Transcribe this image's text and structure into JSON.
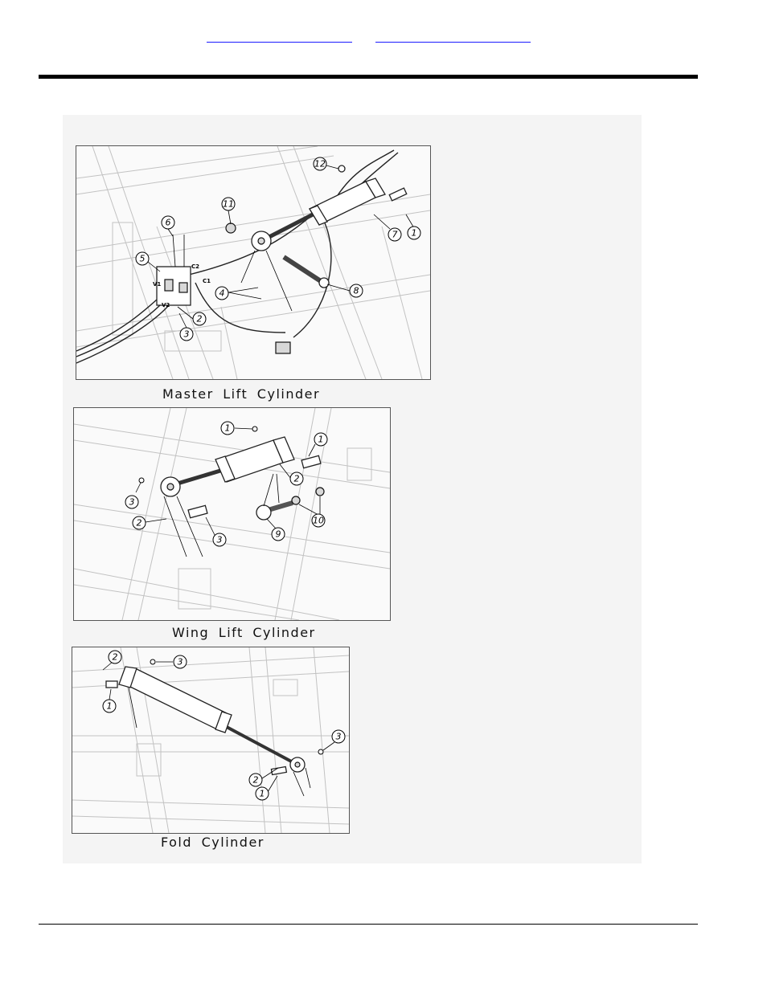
{
  "links": [
    "",
    ""
  ],
  "figures": [
    {
      "caption": "Master Lift Cylinder",
      "callouts": [
        "1",
        "2",
        "3",
        "4",
        "5",
        "6",
        "7",
        "8",
        "11",
        "12"
      ],
      "port_labels": [
        "C2",
        "C1",
        "V1",
        "V2"
      ]
    },
    {
      "caption": "Wing Lift Cylinder",
      "callouts": [
        "1",
        "2",
        "3",
        "3",
        "2",
        "1",
        "9",
        "10"
      ]
    },
    {
      "caption": "Fold Cylinder",
      "callouts": [
        "2",
        "3",
        "1",
        "3",
        "2",
        "1"
      ]
    }
  ]
}
